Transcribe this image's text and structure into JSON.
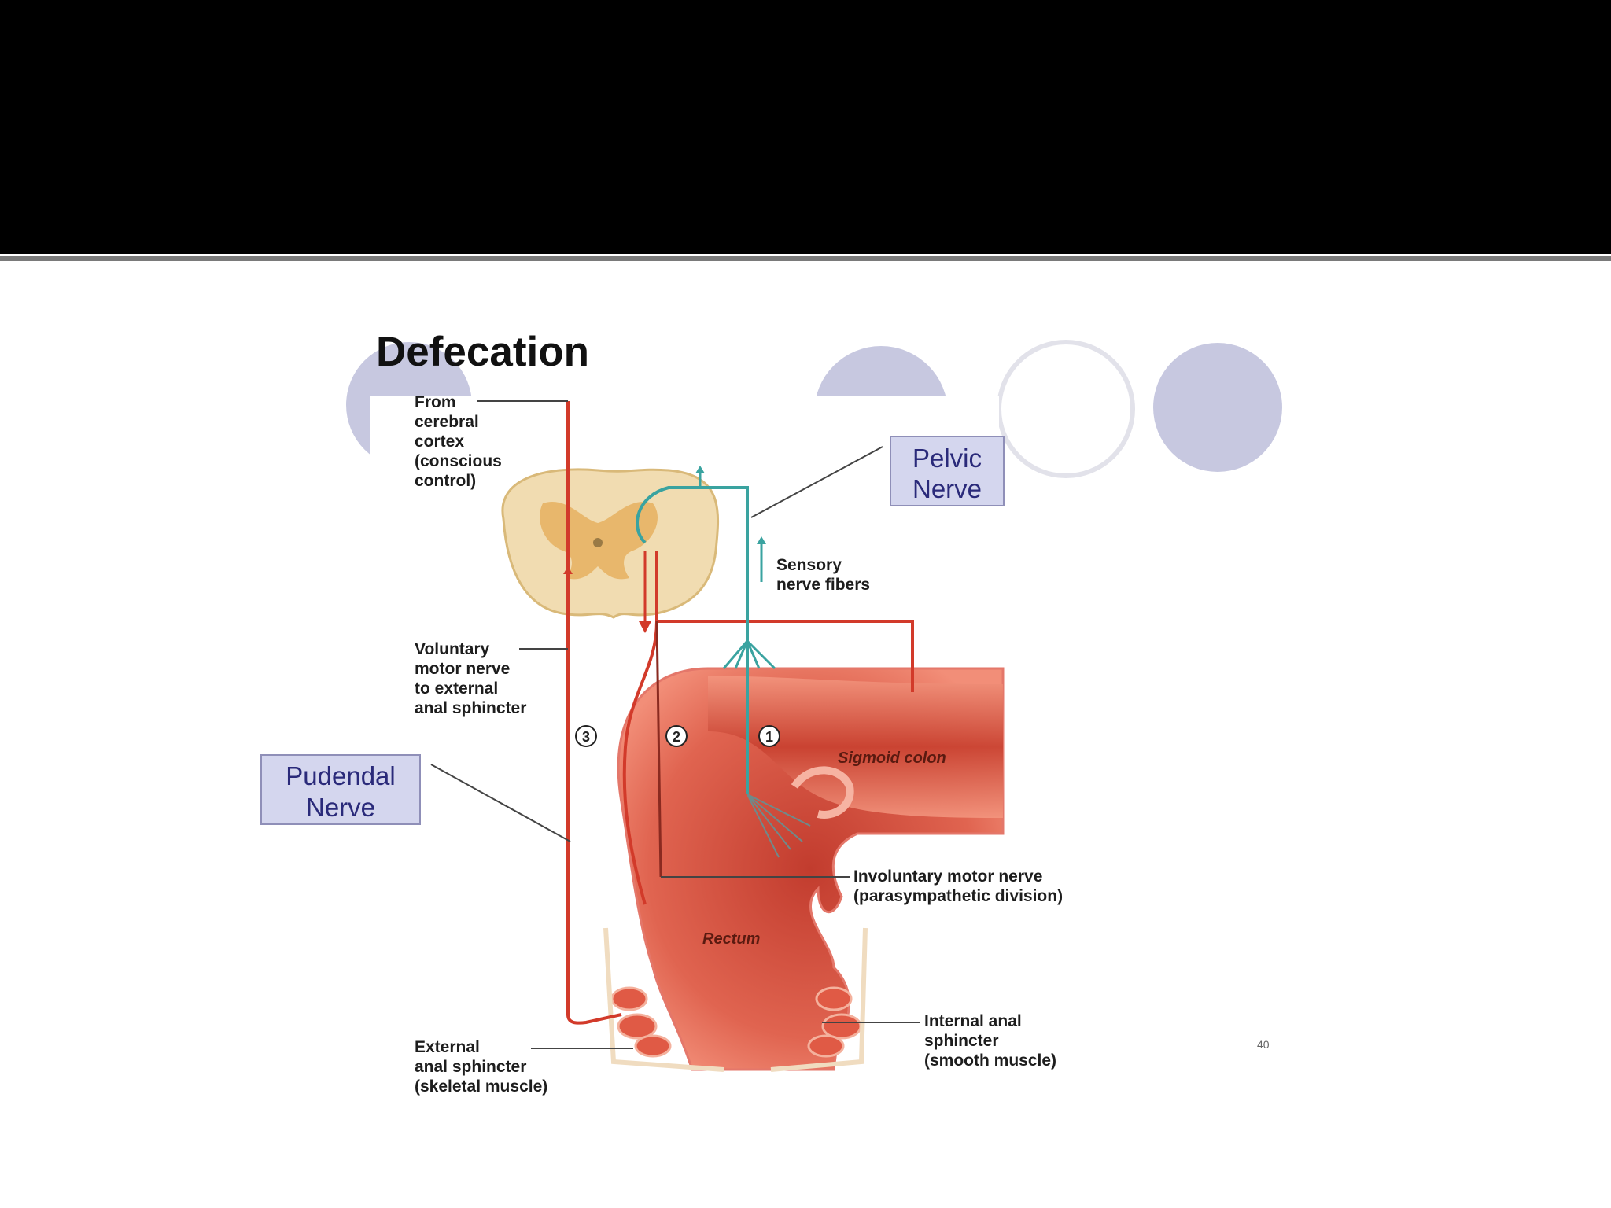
{
  "slide": {
    "header_band_color": "#000000",
    "page_number": "40"
  },
  "diagram": {
    "title": "Defecation",
    "labels": {
      "from_cortex": [
        "From",
        "cerebral",
        "cortex",
        "(conscious",
        "control)"
      ],
      "sensory": [
        "Sensory",
        "nerve fibers"
      ],
      "voluntary": [
        "Voluntary",
        "motor nerve",
        "to external",
        "anal sphincter"
      ],
      "involuntary": [
        "Involuntary motor nerve",
        "(parasympathetic division)"
      ],
      "internal_sphincter": [
        "Internal anal",
        "sphincter",
        "(smooth muscle)"
      ],
      "external_sphincter": [
        "External",
        "anal sphincter",
        "(skeletal muscle)"
      ],
      "sigmoid": "Sigmoid colon",
      "rectum": "Rectum"
    },
    "callouts": {
      "pelvic": [
        "Pelvic",
        "Nerve"
      ],
      "pudendal": [
        "Pudendal",
        "Nerve"
      ]
    },
    "steps": [
      "1",
      "2",
      "3"
    ],
    "colors": {
      "nerve_red": "#d23a2a",
      "nerve_teal": "#3aa3a0",
      "tissue": "#d9503e",
      "callout_fill": "#d4d6ee",
      "deco_circle": "#c7c8e0"
    }
  }
}
